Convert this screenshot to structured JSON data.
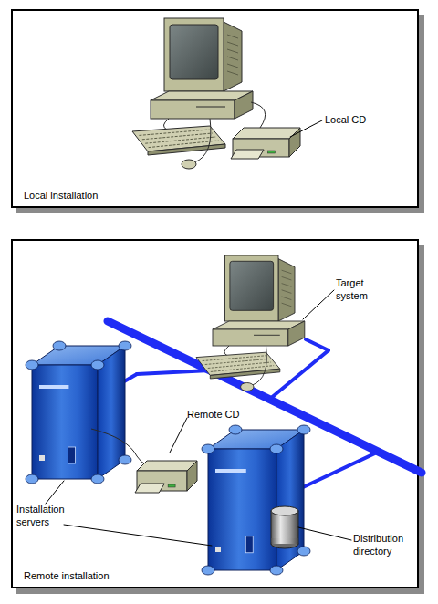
{
  "diagram": {
    "nodes": [
      {
        "text": [
          "Local installation"
        ]
      },
      {
        "text": [
          "Remote installation"
        ]
      }
    ],
    "labels": [
      "Local CD",
      "Target system",
      "Remote CD",
      "Installation servers",
      "Distribution directory"
    ]
  }
}
